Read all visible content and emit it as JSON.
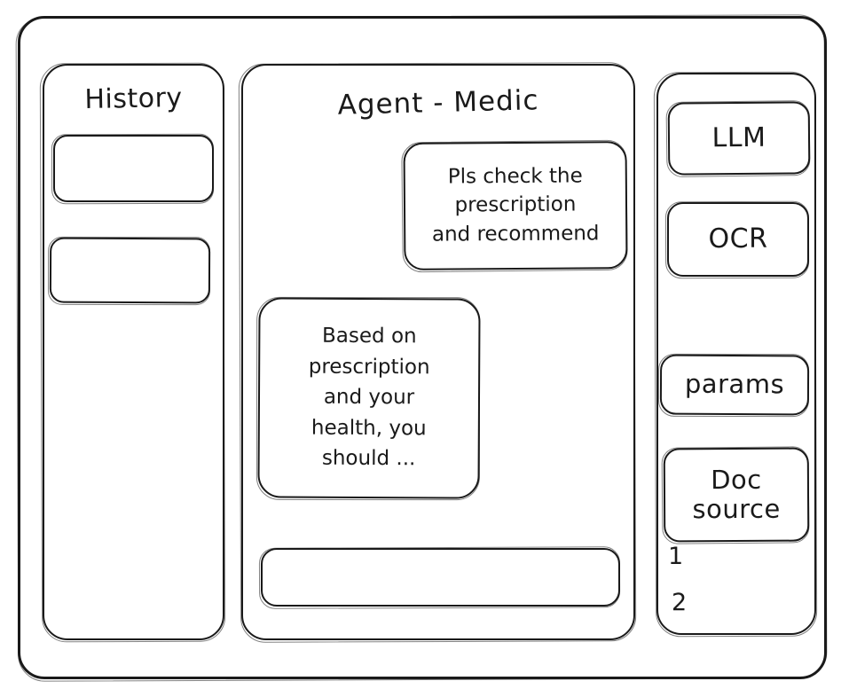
{
  "window": {
    "frame_name": "app-window"
  },
  "sidebar_history": {
    "title": "History",
    "items": [
      {
        "label": ""
      },
      {
        "label": ""
      }
    ]
  },
  "main": {
    "title": "Agent - Medic",
    "messages": [
      {
        "role": "user",
        "lines": [
          "Pls check the",
          "prescription",
          "and recommend"
        ]
      },
      {
        "role": "agent",
        "lines": [
          "Based on",
          "prescription",
          "and your",
          "health, you",
          "should ..."
        ]
      }
    ],
    "composer": {
      "value": "",
      "placeholder": ""
    }
  },
  "sidebar_tools": {
    "tiles": [
      {
        "label": "LLM"
      },
      {
        "label": "OCR"
      },
      {
        "label": "params"
      }
    ],
    "doc_source": {
      "line1": "Doc",
      "line2": "source",
      "refs": [
        "1",
        "2"
      ]
    }
  },
  "style": {
    "stroke": "#1a1a1a",
    "background": "#ffffff"
  }
}
